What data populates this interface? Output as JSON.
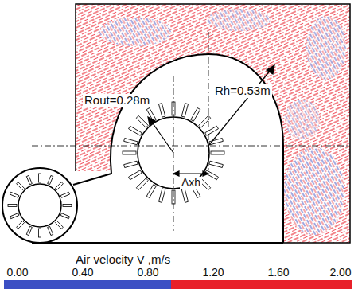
{
  "diagram": {
    "labels": [
      "Rout=0.28m",
      "Rh=0.53m",
      "Δxh",
      "Air velocity V ,m/s",
      "0.00",
      "0.40",
      "0.80",
      "1.20",
      "1.60",
      "2.00"
    ]
  }
}
